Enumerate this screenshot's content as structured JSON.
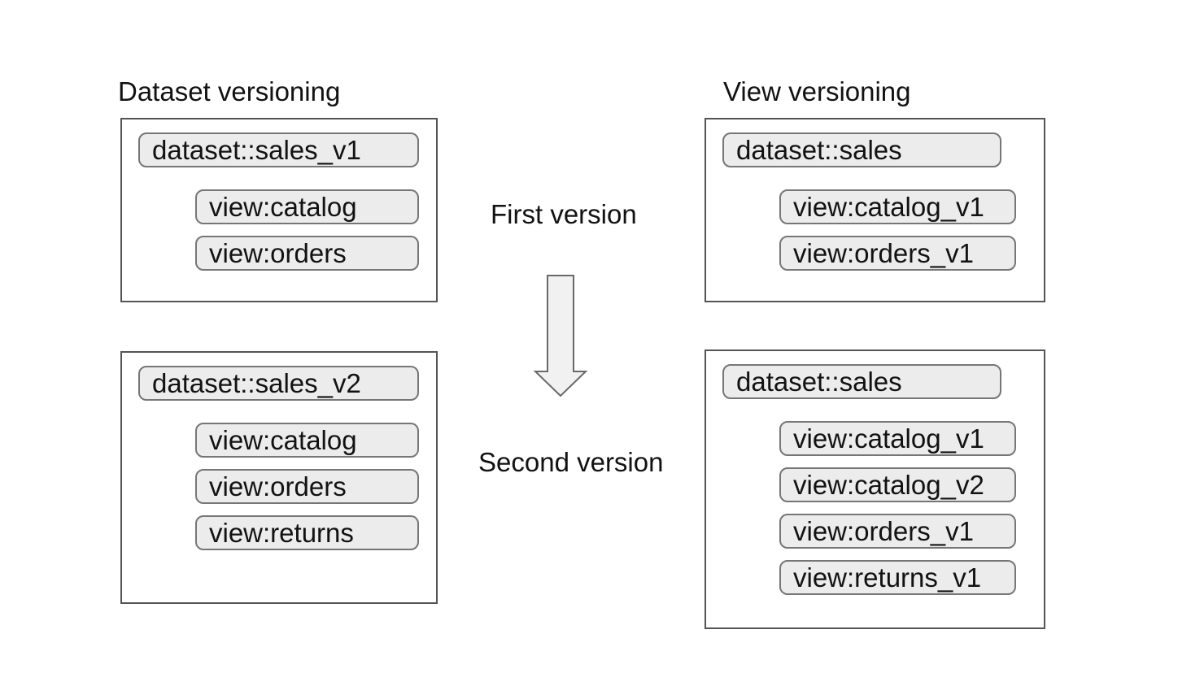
{
  "left_section": {
    "title": "Dataset versioning",
    "version1": {
      "dataset": "dataset::sales_v1",
      "views": [
        "view:catalog",
        "view:orders"
      ]
    },
    "version2": {
      "dataset": "dataset::sales_v2",
      "views": [
        "view:catalog",
        "view:orders",
        "view:returns"
      ]
    }
  },
  "right_section": {
    "title": "View versioning",
    "version1": {
      "dataset": "dataset::sales",
      "views": [
        "view:catalog_v1",
        "view:orders_v1"
      ]
    },
    "version2": {
      "dataset": "dataset::sales",
      "views": [
        "view:catalog_v1",
        "view:catalog_v2",
        "view:orders_v1",
        "view:returns_v1"
      ]
    }
  },
  "center": {
    "first_label": "First version",
    "second_label": "Second version",
    "arrow_icon": "down-arrow"
  },
  "colors": {
    "background": "#ffffff",
    "panel_border": "#545454",
    "pill_fill": "#ececec",
    "pill_border": "#767676",
    "arrow_fill": "#f1f1f1",
    "arrow_stroke": "#696969",
    "text": "#121212"
  }
}
